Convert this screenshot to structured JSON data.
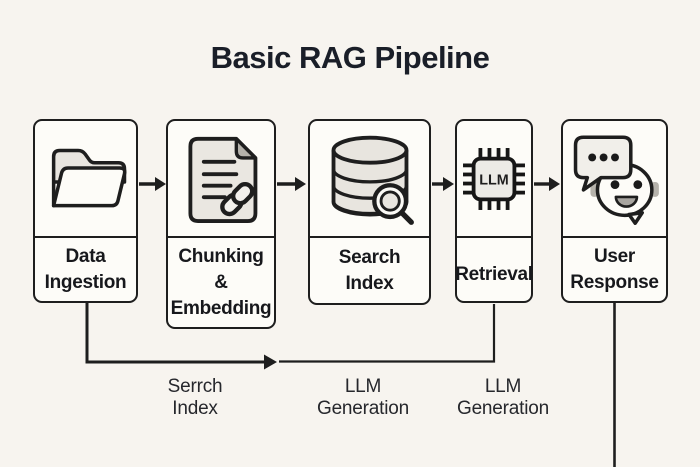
{
  "title": "Basic RAG Pipeline",
  "steps": [
    {
      "name": "data-ingestion",
      "icon": "folder-icon",
      "lines": [
        "Data",
        "Ingestion"
      ]
    },
    {
      "name": "chunking-embedding",
      "icon": "document-link-icon",
      "lines": [
        "Chunking",
        "&",
        "Embedding"
      ]
    },
    {
      "name": "search-index",
      "icon": "database-search-icon",
      "lines": [
        "Search",
        "Index"
      ]
    },
    {
      "name": "retrieval",
      "icon": "llm-chip-icon",
      "lines": [
        "Retrieval"
      ],
      "chip_text": "LLM"
    },
    {
      "name": "user-response",
      "icon": "chat-bot-icon",
      "lines": [
        "User",
        "Response"
      ]
    }
  ],
  "flow_labels": [
    {
      "lines": [
        "Serrch",
        "Index"
      ]
    },
    {
      "lines": [
        "LLM",
        "Generation"
      ]
    },
    {
      "lines": [
        "LLM",
        "Generation"
      ]
    }
  ],
  "colors": {
    "background": "#f7f4ef",
    "box_fill": "#fdfcf8",
    "line": "#1e1e1e",
    "icon_fill": "#e8e5df",
    "mid_gray": "#b5b2ab",
    "title": "#1a1e28"
  }
}
